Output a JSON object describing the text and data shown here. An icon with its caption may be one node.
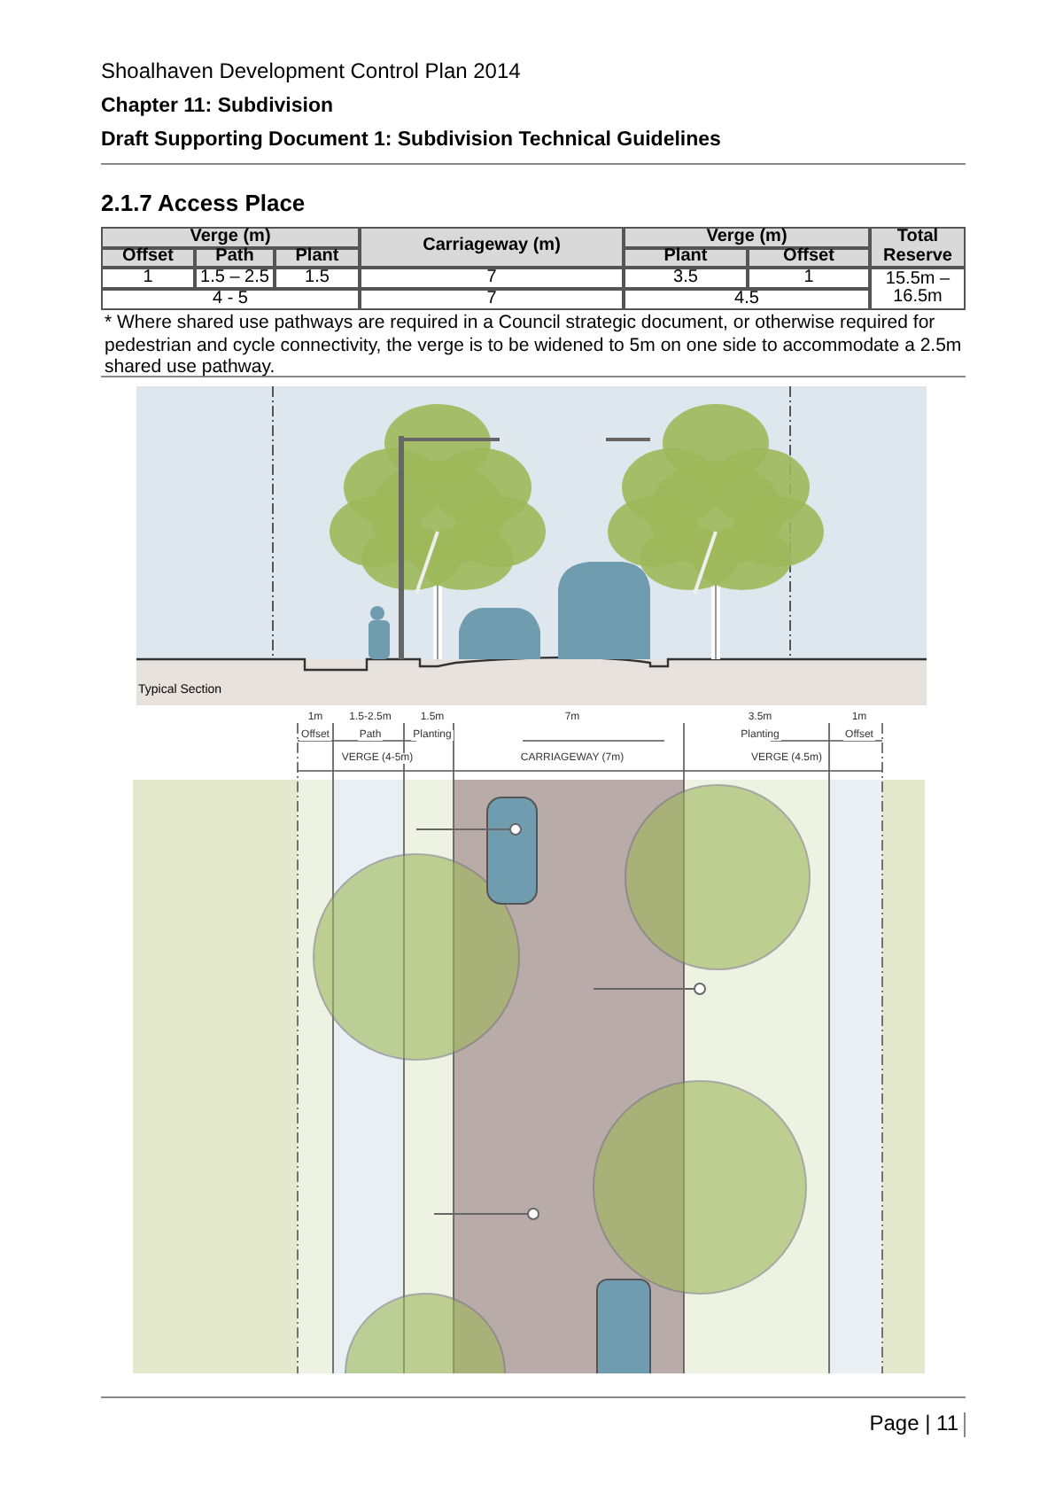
{
  "diagram": {
    "title": "2.1.7 Access Place",
    "labels": [
      "Shoalhaven Development Control Plan 2014",
      "Chapter 11: Subdivision",
      "Draft Supporting Document 1: Subdivision Technical Guidelines",
      "Verge (m)",
      "Carriageway (m)",
      "Verge (m)",
      "Total Reserve",
      "Offset",
      "Path",
      "Plant",
      "Plant",
      "Offset",
      "1",
      "1.5 – 2.5",
      "1.5",
      "7",
      "3.5",
      "1",
      "15.5m – 16.5m",
      "4 - 5",
      "7",
      "4.5",
      "* Where shared use pathways are required in a Council strategic document, or otherwise required for pedestrian and cycle connectivity, the verge is to be widened to 5m on one side to accommodate a 2.5m shared use pathway.",
      "Typical Section",
      "1m",
      "1.5-2.5m",
      "1.5m",
      "7m",
      "3.5m",
      "1m",
      "Offset",
      "Path",
      "Planting",
      "Planting",
      "Offset",
      "VERGE (4-5m)",
      "CARRIAGEWAY (7m)",
      "VERGE (4.5m)",
      "Page | 11"
    ]
  }
}
